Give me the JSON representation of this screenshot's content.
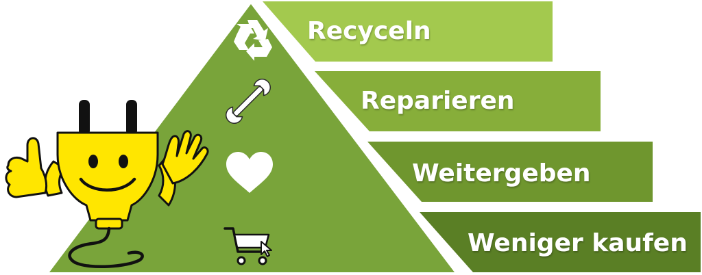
{
  "pyramid": {
    "tiers": [
      {
        "label": "Recyceln",
        "icon": "recycle-icon",
        "color": "#A3C94E"
      },
      {
        "label": "Reparieren",
        "icon": "wrench-icon",
        "color": "#87AE3A"
      },
      {
        "label": "Weitergeben",
        "icon": "heart-icon",
        "color": "#6F962E"
      },
      {
        "label": "Weniger kaufen",
        "icon": "shopping-cart-icon",
        "color": "#5A7F25"
      }
    ],
    "triangle_color": "#79A43A",
    "mascot": {
      "icon": "plug-mascot-icon",
      "body_color": "#FFE600"
    }
  }
}
